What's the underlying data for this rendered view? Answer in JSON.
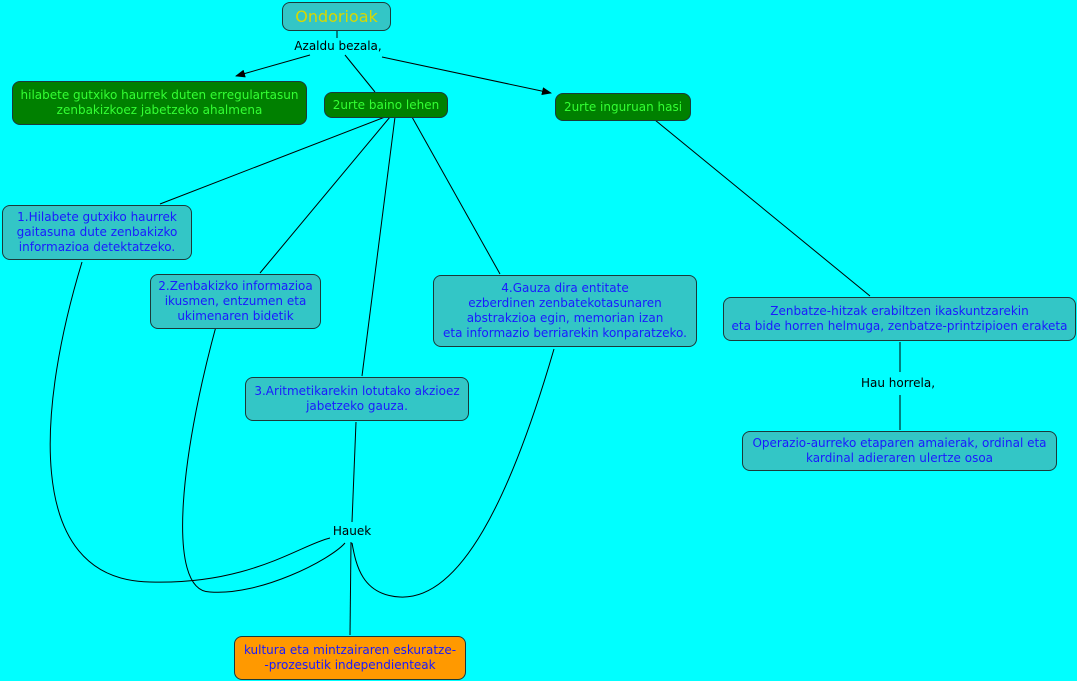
{
  "colors": {
    "background": "#00ffff",
    "concept": "#33c6c6",
    "green_concept": "#008000",
    "orange_concept": "#ff9900"
  },
  "nodes": {
    "root": "Ondorioak",
    "ability": "hilabete gutxiko haurrek duten erregulartasun\nzenbakizkoez jabetzeko ahalmena",
    "before2": "2urte baino lehen",
    "around2": "2urte inguruan hasi",
    "n1": "1.Hilabete gutxiko haurrek\ngaitasuna dute zenbakizko\ninformazioa detektatzeko.",
    "n2": "2.Zenbakizko informazioa\nikusmen, entzumen eta\nukimenaren bidetik",
    "n3": "3.Aritmetikarekin lotutako akzioez\njabetzeko gauza.",
    "n4": "4.Gauza dira entitate\nezberdinen zenbatekotasunaren\nabstrakzioa egin, memorian izan\neta informazio berriarekin konparatzeko.",
    "counting": "Zenbatze-hitzak erabiltzen ikaskuntzarekin\neta bide horren helmuga, zenbatze-printzipioen eraketa",
    "preop": "Operazio-aurreko etaparen amaierak, ordinal eta\nkardinal adieraren ulertze osoa",
    "culture": "kultura eta mintzairaren eskuratze-\n-prozesutik independienteak"
  },
  "links": {
    "explained": "Azaldu bezala,",
    "thus": "Hau horrela,",
    "these": "Hauek"
  }
}
